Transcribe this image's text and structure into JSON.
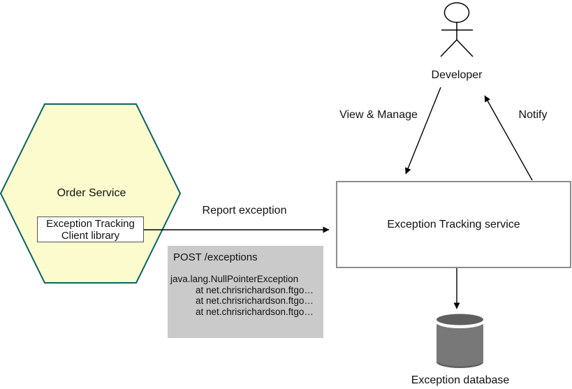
{
  "colors": {
    "hexagon_fill": "#FBFBCD",
    "hexagon_stroke": "#0B6363",
    "snippet_bg": "#CACACA",
    "box_border": "#8C8C8C",
    "cylinder_body": "#787878",
    "cylinder_dark": "#5F5F5F",
    "arrow": "#000000"
  },
  "hexagon": {
    "label": "Order Service"
  },
  "client_library": {
    "line1": "Exception Tracking",
    "line2": "Client library"
  },
  "arrows": {
    "report_label": "Report exception",
    "view_manage_label": "View & Manage",
    "notify_label": "Notify"
  },
  "snippet": {
    "title": "POST /exceptions",
    "exception_line": "java.lang.NullPointerException",
    "stack": [
      "at net.chrisrichardson.ftgo…",
      "at net.chrisrichardson.ftgo…",
      "at net.chrisrichardson.ftgo…"
    ]
  },
  "service": {
    "label": "Exception Tracking service"
  },
  "actor": {
    "label": "Developer"
  },
  "database": {
    "label": "Exception database"
  }
}
